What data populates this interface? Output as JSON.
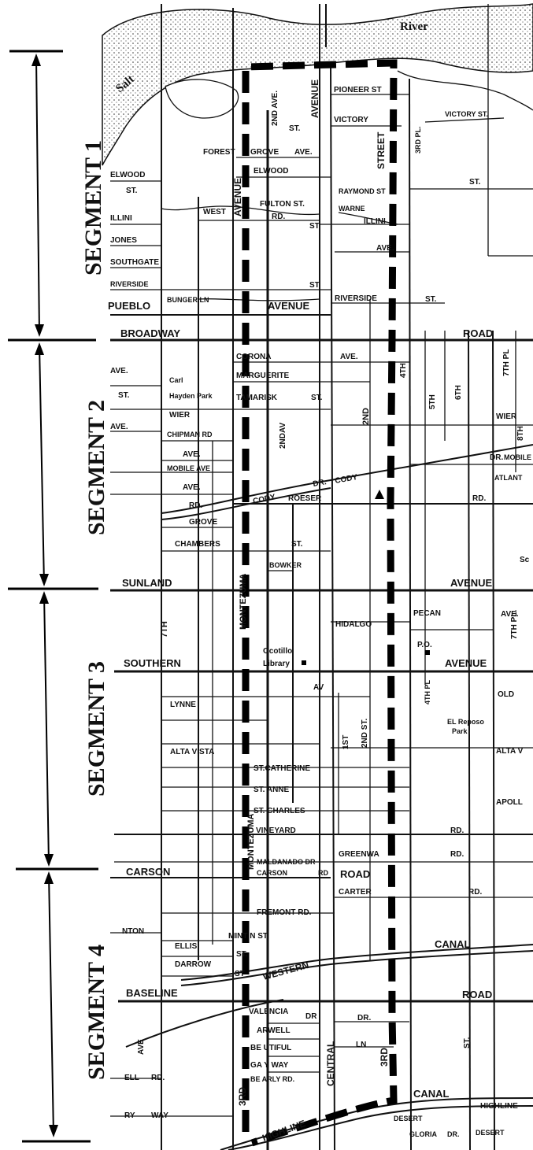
{
  "segments": [
    {
      "label": "SEGMENT 1"
    },
    {
      "label": "SEGMENT 2"
    },
    {
      "label": "SEGMENT 3"
    },
    {
      "label": "SEGMENT 4"
    }
  ],
  "water": {
    "salt": "Salt",
    "river": "River"
  },
  "major_roads": {
    "broadway": "BROADWAY",
    "road_top": "ROAD",
    "sunland": "SUNLAND",
    "avenue_sunland": "AVENUE",
    "southern": "SOUTHERN",
    "avenue_southern": "AVENUE",
    "baseline": "BASELINE",
    "road_baseline": "ROAD",
    "pueblo": "PUEBLO",
    "avenue_pueblo": "AVENUE",
    "carson": "CARSON",
    "road_carson": "ROAD",
    "western": "WESTERN",
    "canal_western": "CANAL",
    "highline": "HIGHLINE",
    "canal_highline": "CANAL",
    "highline_right": "HIGHLINE"
  },
  "vertical_labels": {
    "avenue_2nd": "AVENUE",
    "avenue_central": "AVENUE",
    "street_3rd": "STREET",
    "montezuma_1": "MONTEZUMA",
    "montezuma_2": "MONTEZUMA",
    "central": "CENTRAL",
    "third_rd": "3RD",
    "third_rd_left": "3RD",
    "second_ave": "2ND AVE.",
    "nd2": "2ND",
    "seventh": "7TH"
  },
  "seg1_streets": {
    "pioneer": "PIONEER ST",
    "victory": "VICTORY",
    "victory_st": "VICTORY ST.",
    "st_a": "ST.",
    "forest": "FOREST",
    "grove": "GROVE",
    "ave_a": "AVE.",
    "elwood_l": "ELWOOD",
    "st_b": "ST.",
    "elwood": "ELWOOD",
    "raymond": "RAYMOND ST",
    "fulton": "FULTON ST.",
    "warne": "WARNE",
    "illini_l": "ILLINI",
    "west": "WEST",
    "rd_a": "RD.",
    "st_c": "ST.",
    "illini": "ILLINI",
    "st_d": "ST.",
    "jones": "JONES",
    "southgate": "SOUTHGATE",
    "ave_b": "AVE.",
    "riverside_l": "RIVERSIDE",
    "bunger": "BUNGER LN",
    "riverside": "RIVERSIDE",
    "st_e": "ST.",
    "third_pl": "3RD PL.",
    "st_f": "ST."
  },
  "seg2_streets": {
    "corona": "CORONA",
    "ave_c": "AVE.",
    "marguerite": "MARGUERITE",
    "carl": "Carl",
    "hayden": "Hayden Park",
    "tamarisk": "TAMARISK",
    "st_g": "ST.",
    "wier": "WIER",
    "wier_r": "WIER",
    "chipman": "CHIPMAN RD",
    "ave_d": "AVE.",
    "mobile_ave": "MOBILE AVE",
    "ave_e": "AVE.",
    "rd_b": "RD.",
    "cody_a": "CODY",
    "dr_a": "DR.",
    "cody_b": "CODY",
    "roeser": "ROESER",
    "rd_c": "RD.",
    "grove2": "GROVE",
    "chambers": "CHAMBERS",
    "st_h": "ST.",
    "bowker": "BOWKER",
    "mobile_r": "MOBILE",
    "atlant": "ATLANT",
    "dr_b": "DR.",
    "second_day": "2NDAV",
    "fifth": "5TH",
    "sixth": "6TH",
    "fourth": "4TH",
    "seventh_pl": "7TH PL",
    "eighth": "8TH",
    "sc": "Sc",
    "ave_l1": "AVE.",
    "st_l1": "ST.",
    "ave_l2": "AVE."
  },
  "seg3_streets": {
    "hidalgo": "HIDALGO",
    "pecan": "PECAN",
    "po": "P.O.",
    "ocotillo1": "Ocotillo",
    "ocotillo2": "Library",
    "lynne": "LYNNE",
    "av": "AV",
    "alta_vista": "ALTA VISTA",
    "alta_v_r": "ALTA V",
    "el_reposo": "EL Reposo",
    "park": "Park",
    "old": "OLD",
    "fourth_pl": "4TH PL",
    "st_catherine": "ST.CATHERINE",
    "st_anne": "ST. ANNE",
    "st_charles": "ST. CHARLES",
    "vineyard": "VINEYARD",
    "rd_d": "RD.",
    "apoll": "APOLL",
    "ave_f": "AVE.",
    "first_st": "1ST",
    "second_st": "2ND ST.",
    "seventh_pl2": "7TH PL."
  },
  "seg4_streets": {
    "maldanado": "MALDANADO DR",
    "carson2": "CARSON",
    "rd_e": "RD",
    "greenway": "GREENWA",
    "rd_f": "RD.",
    "carter": "CARTER",
    "rd_g": "RD.",
    "fremont": "FREMONT RD.",
    "nton": "NTON",
    "minton": "MINT N ST.",
    "ellis": "ELLIS",
    "st_i": "ST.",
    "darrow": "DARROW",
    "st_j": "ST",
    "valencia": "VALENCIA",
    "dr_c": "DR",
    "farwell": "ARWELL",
    "dr_d": "DR.",
    "beautiful": "BE UTIFUL",
    "ln": "LN",
    "gay_way": "GA Y WAY",
    "bearly": "BE ARLY RD.",
    "ell": "ELL",
    "rd_h": "RD.",
    "ry": "RY",
    "way": "WAY",
    "ave_g": "AVE",
    "desert": "DESERT",
    "gloria": "GLORIA",
    "dr_e": "DR.",
    "desert_r": "DESERT",
    "st_k": "ST."
  }
}
